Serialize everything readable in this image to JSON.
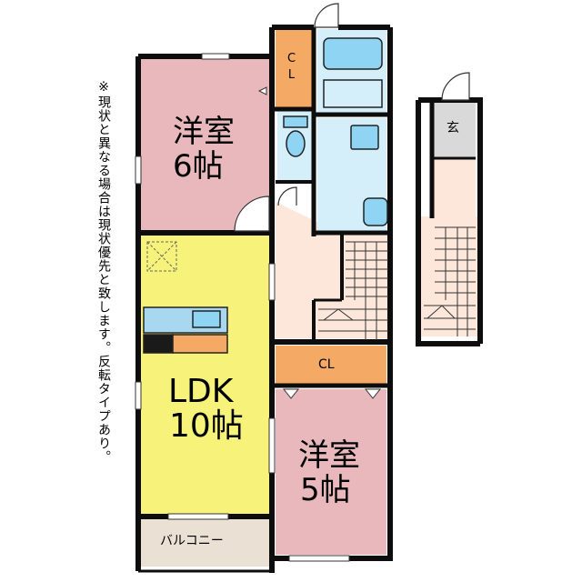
{
  "note": "※現状と異なる場合は現状優先と致します。反転タイプあり。",
  "rooms": {
    "western_top": {
      "name": "洋室",
      "size": "6帖"
    },
    "ldk": {
      "name": "LDK",
      "size": "10帖"
    },
    "western_bottom": {
      "name": "洋室",
      "size": "5帖"
    },
    "closet_top": "C\nL",
    "closet_mid": "CL",
    "balcony": "バルコニー",
    "entrance": "玄"
  },
  "colors": {
    "western": "#e8b8bc",
    "ldk": "#f6f27a",
    "closet": "#f4a964",
    "bath": "#d4eefa",
    "hall": "#fde7da",
    "balcony": "#eae0d4",
    "entrance": "#d9d9d9",
    "wall": "#0d0d0d"
  }
}
